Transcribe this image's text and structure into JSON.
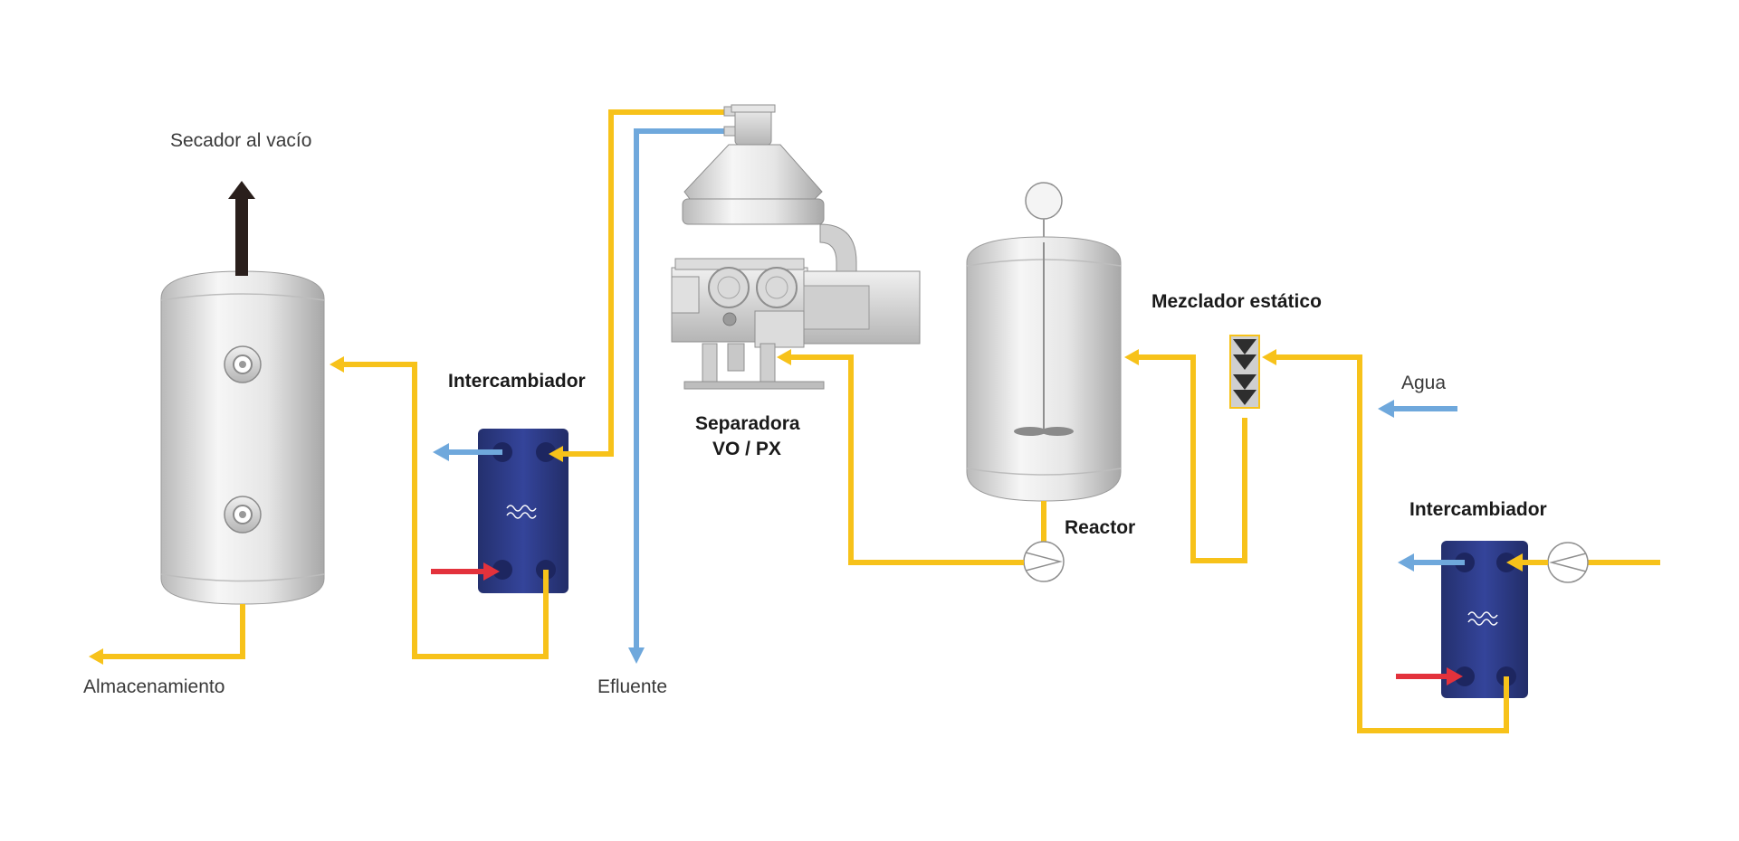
{
  "colors": {
    "process_line": "#f7c21a",
    "water_line": "#6fa8dc",
    "heating_line": "#e3323c",
    "vapor_arrow": "#2a1f1c",
    "heat_exchanger": "#2b3a86",
    "vessel": "#e2e2e2"
  },
  "labels": {
    "vacuum_dryer": "Secador al vacío",
    "storage": "Almacenamiento",
    "exchanger_left": "Intercambiador",
    "effluent": "Efluente",
    "separator_line1": "Separadora",
    "separator_line2": "VO / PX",
    "reactor": "Reactor",
    "static_mixer": "Mezclador estático",
    "water": "Agua",
    "exchanger_right": "Intercambiador"
  },
  "icons": {
    "exchanger_logo": "alfa-laval-logo-icon",
    "pump": "pump-icon",
    "agitator": "agitator-icon"
  }
}
